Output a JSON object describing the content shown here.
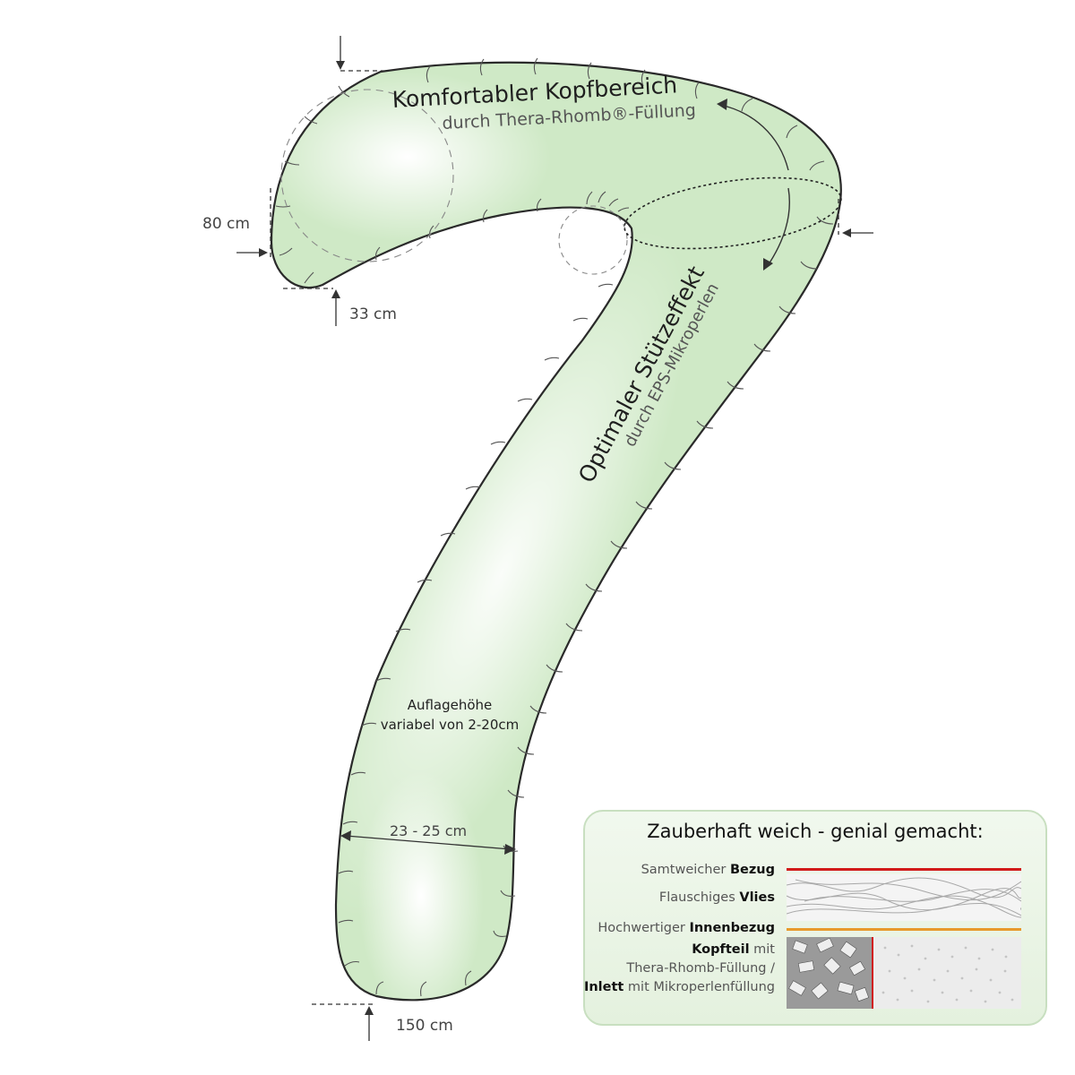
{
  "labels": {
    "head_title": "Komfortabler Kopfbereich",
    "head_sub": "durch Thera-Rhomb®-Füllung",
    "support_title": "Optimaler Stützeffekt",
    "support_sub": "durch EPS-Mikroperlen",
    "height_line1": "Auflagehöhe",
    "height_line2": "variabel  von 2-20cm",
    "dim_80": "80 cm",
    "dim_33": "33 cm",
    "dim_width": "23 - 25 cm",
    "dim_150": "150 cm"
  },
  "info_box": {
    "title": "Zauberhaft weich - genial gemacht:",
    "layers": [
      {
        "prefix": "Samtweicher ",
        "bold": "Bezug",
        "suffix": ""
      },
      {
        "prefix": "Flauschiges ",
        "bold": "Vlies",
        "suffix": ""
      },
      {
        "prefix": "Hochwertiger ",
        "bold": "Innenbezug",
        "suffix": ""
      }
    ],
    "core": {
      "line1_bold": "Kopfteil",
      "line1_rest": " mit",
      "line2": "Thera-Rhomb-Füllung /",
      "line3_bold": "Inlett",
      "line3_rest": " mit Mikroperlenfüllung"
    }
  },
  "colors": {
    "pillow_green": "#cfe9c6",
    "outline": "#2a2a2a",
    "cover_red": "#d11a1a",
    "inner_orange": "#e89a2c",
    "box_border": "#c8dfc0"
  }
}
